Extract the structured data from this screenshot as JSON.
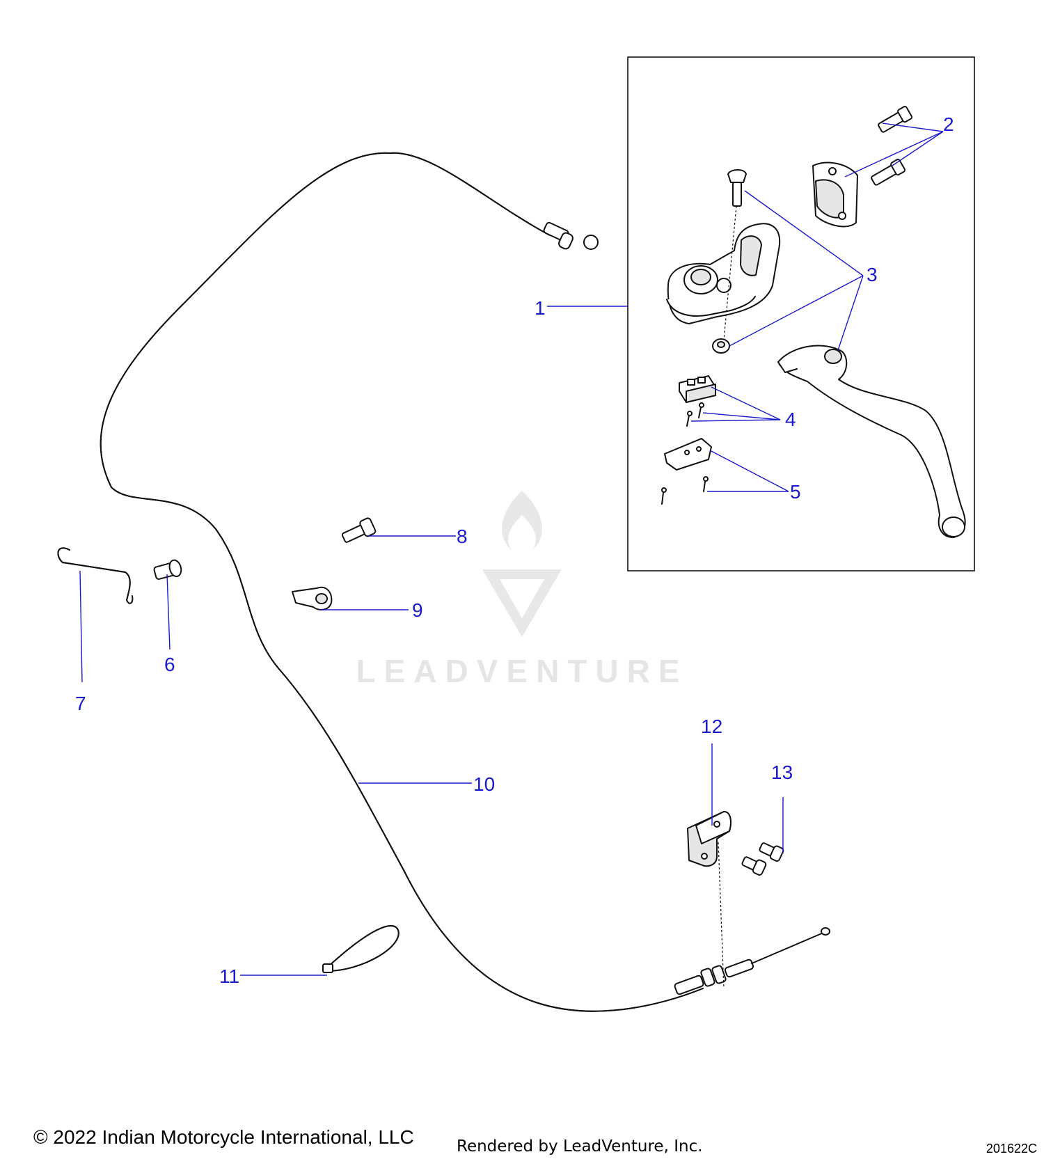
{
  "callouts": {
    "c1": "1",
    "c2": "2",
    "c3": "3",
    "c4": "4",
    "c5": "5",
    "c6": "6",
    "c7": "7",
    "c8": "8",
    "c9": "9",
    "c10": "10",
    "c11": "11",
    "c12": "12",
    "c13": "13"
  },
  "watermark": {
    "text": "LEADVENTURE"
  },
  "footer": {
    "copyright": "© 2022 Indian Motorcycle International, LLC",
    "rendered_by": "Rendered by LeadVenture, Inc.",
    "figure_code": "201622C"
  },
  "colors": {
    "callout": "#1a1acc",
    "watermark": "#e3e3e3",
    "line": "#111111"
  }
}
